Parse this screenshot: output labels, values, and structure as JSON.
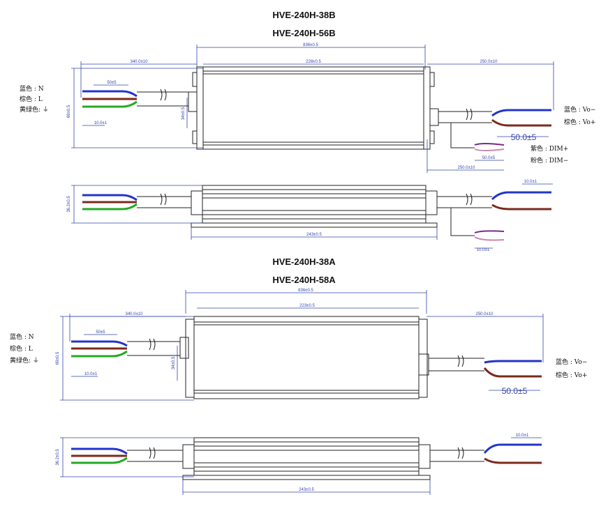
{
  "titles": {
    "b_line1": "HVE-240H-38B",
    "b_line2": "HVE-240H-56B",
    "a_line1": "HVE-240H-38A",
    "a_line2": "HVE-240H-58A"
  },
  "b_top": {
    "overall": "836±0.5",
    "body_length": "228±0.5",
    "input_cable": "340.0±10",
    "input_strip": "50±5",
    "input_tin": "10.0±1",
    "output_cable": "250.0±10",
    "output_strip": "50.0±5",
    "dim_strip": "50.0±5",
    "dim_cable": "250.0±10",
    "height": "69±0.5",
    "gland": "34±0.5",
    "input_labels": [
      "蓝色 : N",
      "棕色 : L",
      "黄绿色: ⏚"
    ],
    "output_labels": [
      "蓝色 : Vo−",
      "棕色 : Vo+"
    ],
    "dim_labels": [
      "紫色 : DIM+",
      "粉色 : DIM−"
    ]
  },
  "b_side": {
    "thickness": "36.2±0.5",
    "total": "243±0.5",
    "tin": "10.0±1",
    "tin2": "10.0±1"
  },
  "a_top": {
    "overall": "836±0.5",
    "body_length": "223±0.5",
    "input_cable": "340.0±10",
    "input_strip": "50±5",
    "input_tin": "10.0±1",
    "output_cable": "250.0±10",
    "output_strip": "50.0±5",
    "height": "69±0.5",
    "gland": "34±0.5",
    "input_labels": [
      "蓝色 : N",
      "棕色 : L",
      "黄绿色: ⏚"
    ],
    "output_labels": [
      "蓝色 : Vo−",
      "棕色 : Vo+"
    ]
  },
  "a_side": {
    "thickness": "36.2±0.5",
    "total": "243±0.5",
    "tin": "10.0±1"
  },
  "colors": {
    "blue_wire": "#2233cc",
    "brown_wire": "#7a2a1a",
    "green_wire": "#22aa22",
    "purple_wire": "#7a2a8a",
    "dim_line": "#3344aa",
    "outline": "#222222"
  }
}
